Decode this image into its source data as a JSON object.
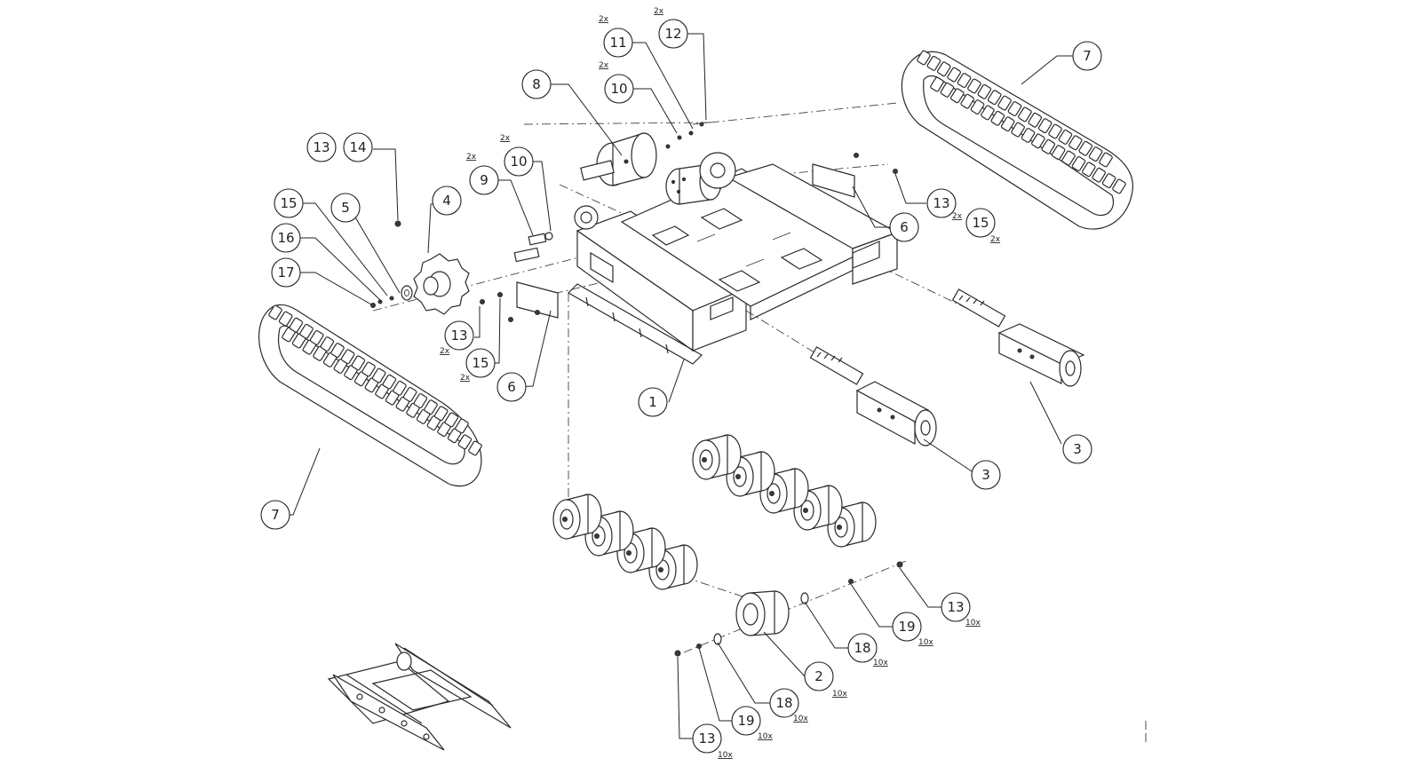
{
  "callouts": [
    {
      "label": "1"
    },
    {
      "label": "2",
      "qty": "10x"
    },
    {
      "label": "3"
    },
    {
      "label": "3"
    },
    {
      "label": "4"
    },
    {
      "label": "5"
    },
    {
      "label": "6"
    },
    {
      "label": "6"
    },
    {
      "label": "7"
    },
    {
      "label": "7"
    },
    {
      "label": "8"
    },
    {
      "label": "9",
      "qty": "2x"
    },
    {
      "label": "10",
      "qty": "2x"
    },
    {
      "label": "10",
      "qty": "2x"
    },
    {
      "label": "11",
      "qty": "2x"
    },
    {
      "label": "12",
      "qty": "2x"
    },
    {
      "label": "13"
    },
    {
      "label": "14"
    },
    {
      "label": "15"
    },
    {
      "label": "16"
    },
    {
      "label": "17"
    },
    {
      "label": "13",
      "qty": "2x"
    },
    {
      "label": "15",
      "qty": "2x"
    },
    {
      "label": "13",
      "qty": "2x"
    },
    {
      "label": "15",
      "qty": "2x"
    },
    {
      "label": "13",
      "qty": "10x"
    },
    {
      "label": "19",
      "qty": "10x"
    },
    {
      "label": "18",
      "qty": "10x"
    },
    {
      "label": "13",
      "qty": "10x"
    },
    {
      "label": "19",
      "qty": "10x"
    },
    {
      "label": "18",
      "qty": "10x"
    }
  ]
}
